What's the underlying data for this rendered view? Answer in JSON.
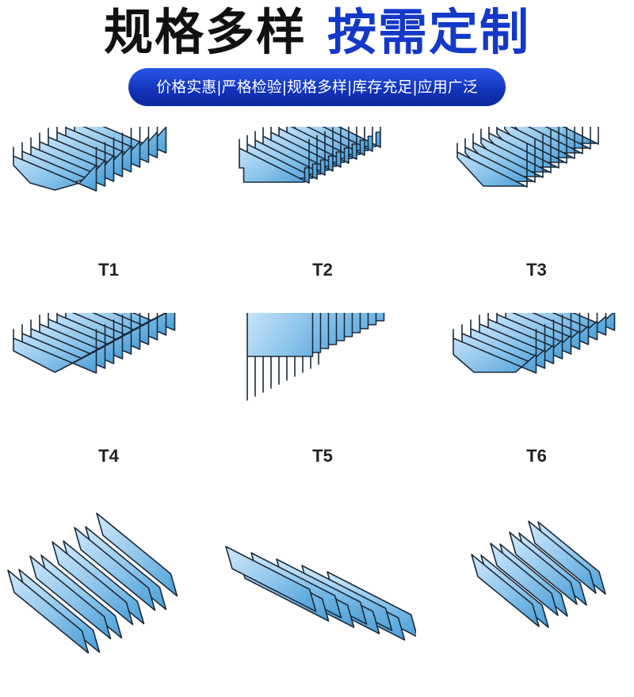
{
  "headline": {
    "part1": "规格多样",
    "part2": "按需定制"
  },
  "banner": {
    "text": "价格实惠|严格检验|规格多样|库存充足|应用广泛"
  },
  "models": [
    {
      "label": "T1",
      "shape": "arch"
    },
    {
      "label": "T2",
      "shape": "channel"
    },
    {
      "label": "T3",
      "shape": "angled"
    },
    {
      "label": "T4",
      "shape": "gable"
    },
    {
      "label": "T5",
      "shape": "box"
    },
    {
      "label": "T6",
      "shape": "arch-flat"
    },
    {
      "label": "",
      "shape": "flat"
    },
    {
      "label": "",
      "shape": "rail"
    },
    {
      "label": "",
      "shape": "flat-small"
    }
  ],
  "colors": {
    "headline_dark": "#111111",
    "headline_blue": "#1438c8",
    "banner": "#1a3fd0",
    "bellows_light": "#cfe8fb",
    "bellows_dark": "#4a9fd8",
    "outline": "#1b2a3a"
  }
}
